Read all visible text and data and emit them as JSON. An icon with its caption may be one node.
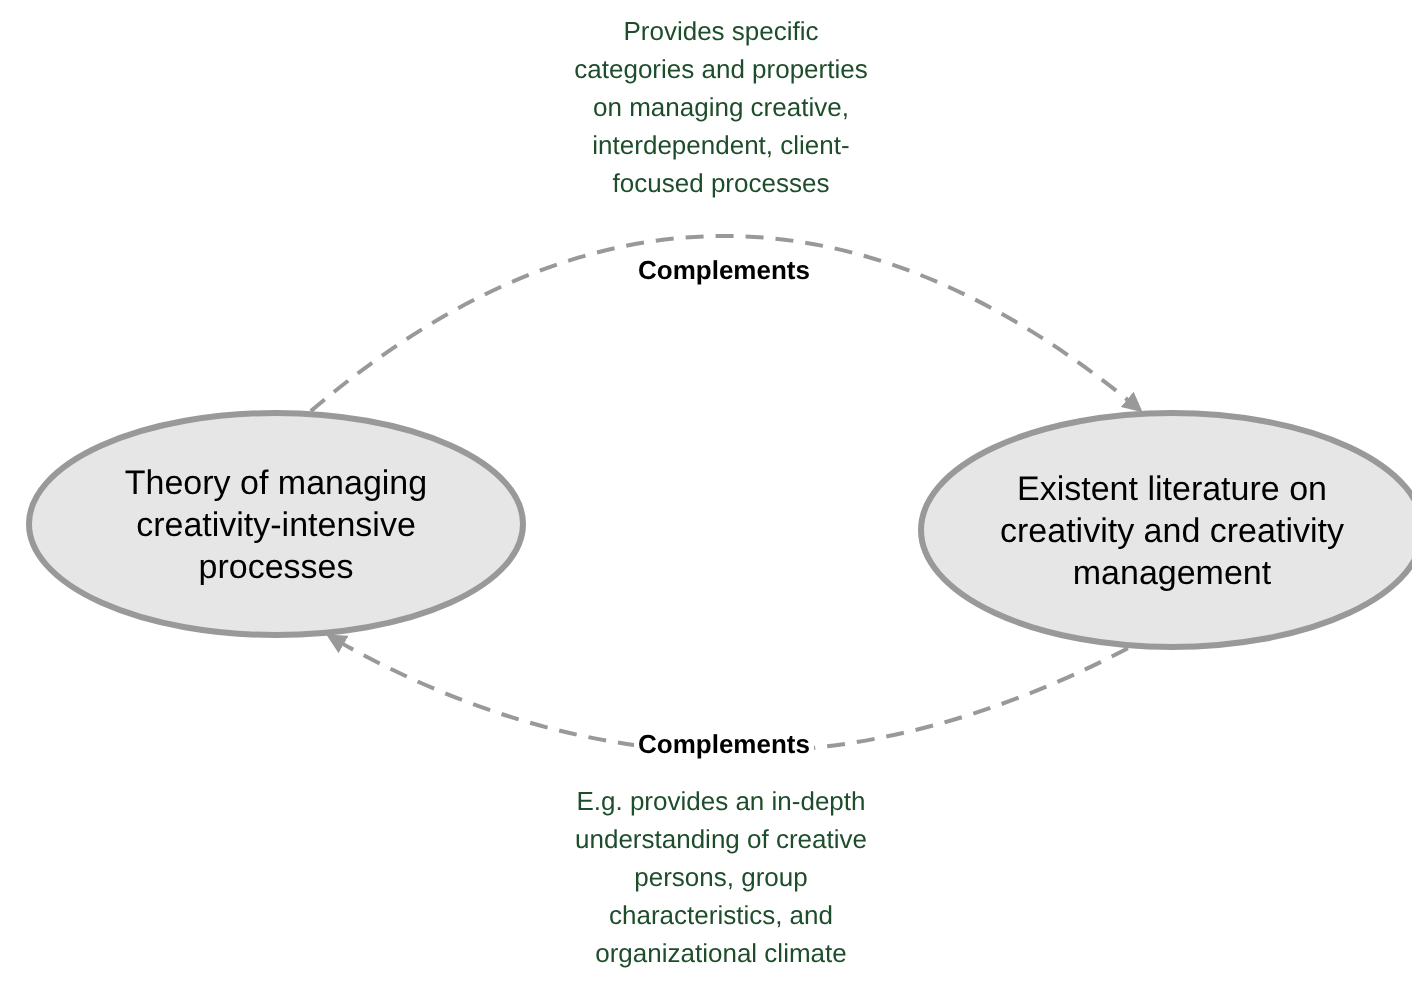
{
  "diagram": {
    "nodes": [
      {
        "text": [
          "Theory of managing creativity-intensive processes"
        ]
      },
      {
        "text": [
          "Existent literature on creativity and creativity management"
        ]
      }
    ],
    "edges": [
      {
        "from": 0,
        "to": 1,
        "arrow": "to",
        "label": "Complements",
        "style": "dashed"
      },
      {
        "from": 1,
        "to": 0,
        "arrow": "to",
        "label": "Complements",
        "style": "dashed"
      }
    ],
    "labels": [
      "Provides specific categories and properties on managing creative, interdependent, client-focused processes",
      "E.g. provides an in-depth understanding of creative persons, group characteristics, and organizational climate"
    ]
  }
}
